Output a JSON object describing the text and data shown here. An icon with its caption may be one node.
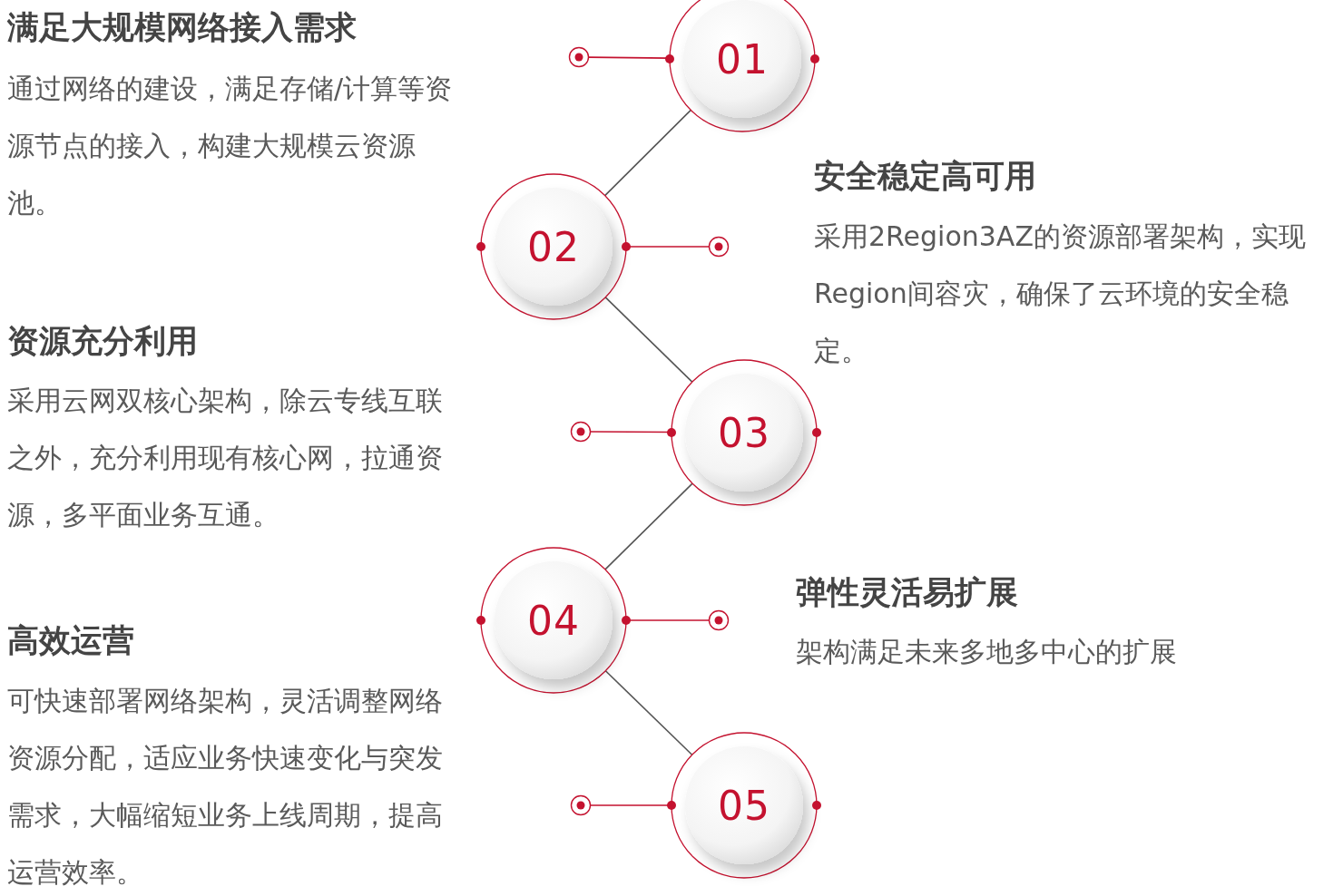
{
  "diagram": {
    "nodes": [
      {
        "text": [
          "01"
        ]
      },
      {
        "text": [
          "02"
        ]
      },
      {
        "text": [
          "03"
        ]
      },
      {
        "text": [
          "04"
        ]
      },
      {
        "text": [
          "05"
        ]
      },
      {
        "text": [],
        "shape": "circle"
      },
      {
        "text": [],
        "shape": "circle"
      },
      {
        "text": [],
        "shape": "circle"
      },
      {
        "text": [],
        "shape": "circle"
      },
      {
        "text": [],
        "shape": "circle"
      }
    ],
    "edges": [
      {
        "from": 0,
        "to": 5,
        "arrow": "none"
      },
      {
        "from": 0,
        "to": 1,
        "arrow": "none",
        "color": "#555555"
      },
      {
        "from": 1,
        "to": 6,
        "arrow": "none"
      },
      {
        "from": 1,
        "to": 2,
        "arrow": "none",
        "color": "#555555"
      },
      {
        "from": 2,
        "to": 7,
        "arrow": "none"
      },
      {
        "from": 2,
        "to": 3,
        "arrow": "none",
        "color": "#555555"
      },
      {
        "from": 3,
        "to": 8,
        "arrow": "none"
      },
      {
        "from": 3,
        "to": 4,
        "arrow": "none",
        "color": "#555555"
      },
      {
        "from": 4,
        "to": 9,
        "arrow": "none"
      }
    ],
    "labels": [
      "满足大规模网络接入需求",
      "通过网络的建设，满足存储/计算等资源节点的接入，构建大规模云资源池。",
      "安全稳定高可用",
      "采用2Region3AZ的资源部署架构，实现Region间容灾，确保了云环境的安全稳定。",
      "资源充分利用",
      "采用云网双核心架构，除云专线互联之外，充分利用现有核心网，拉通资源，多平面业务互通。",
      "弹性灵活易扩展",
      "架构满足未来多地多中心的扩展",
      "高效运营",
      "可快速部署网络架构，灵活调整网络资源分配，适应业务快速变化与突发需求，大幅缩短业务上线周期，提高运营效率。"
    ]
  }
}
